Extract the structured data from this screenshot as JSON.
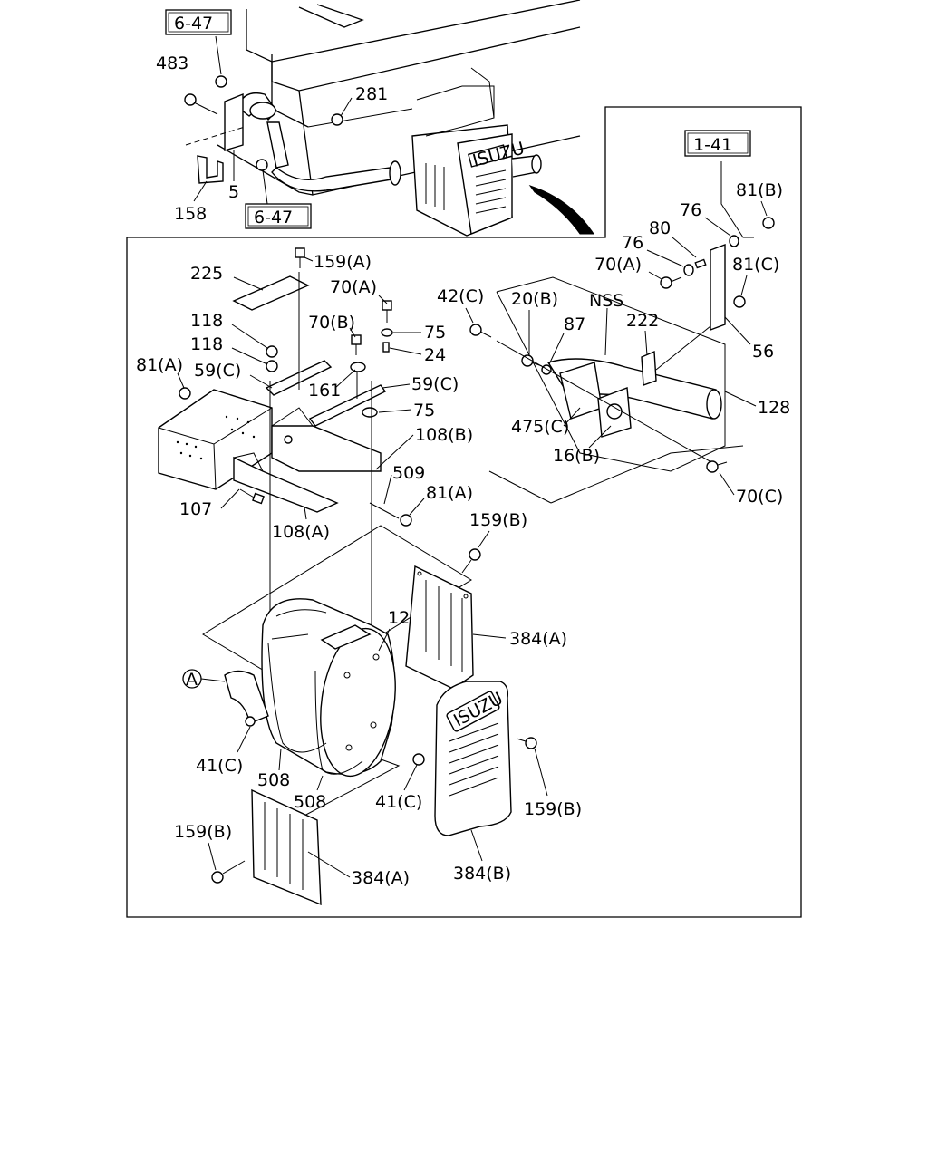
{
  "ref_boxes": {
    "top": "6-47",
    "bottom": "6-47",
    "right": "1-41"
  },
  "callouts": {
    "c483": "483",
    "c281": "281",
    "c5": "5",
    "c158": "158",
    "c159a": "159(A)",
    "c225": "225",
    "c70a_1": "70(A)",
    "c118_1": "118",
    "c118_2": "118",
    "c70b": "70(B)",
    "c75_1": "75",
    "c24": "24",
    "c81a_1": "81(A)",
    "c59c_1": "59(C)",
    "c161": "161",
    "c59c_2": "59(C)",
    "c75_2": "75",
    "c108b": "108(B)",
    "c509": "509",
    "c107": "107",
    "c108a": "108(A)",
    "c81a_2": "81(A)",
    "c42c": "42(C)",
    "c20b": "20(B)",
    "cnss": "NSS",
    "c87": "87",
    "c222": "222",
    "c475c": "475(C)",
    "c16b": "16(B)",
    "c128": "128",
    "c70c": "70(C)",
    "c81b": "81(B)",
    "c76_1": "76",
    "c80": "80",
    "c76_2": "76",
    "c70a_2": "70(A)",
    "c81c": "81(C)",
    "c56": "56",
    "c159b_1": "159(B)",
    "c12": "12",
    "c384a_1": "384(A)",
    "cA": "A",
    "c41c_1": "41(C)",
    "c508_1": "508",
    "c508_2": "508",
    "c41c_2": "41(C)",
    "c159b_2": "159(B)",
    "c159b_3": "159(B)",
    "c384a_2": "384(A)",
    "c384b": "384(B)"
  },
  "brand_marks": [
    "ISUZU",
    "ISUZU"
  ]
}
